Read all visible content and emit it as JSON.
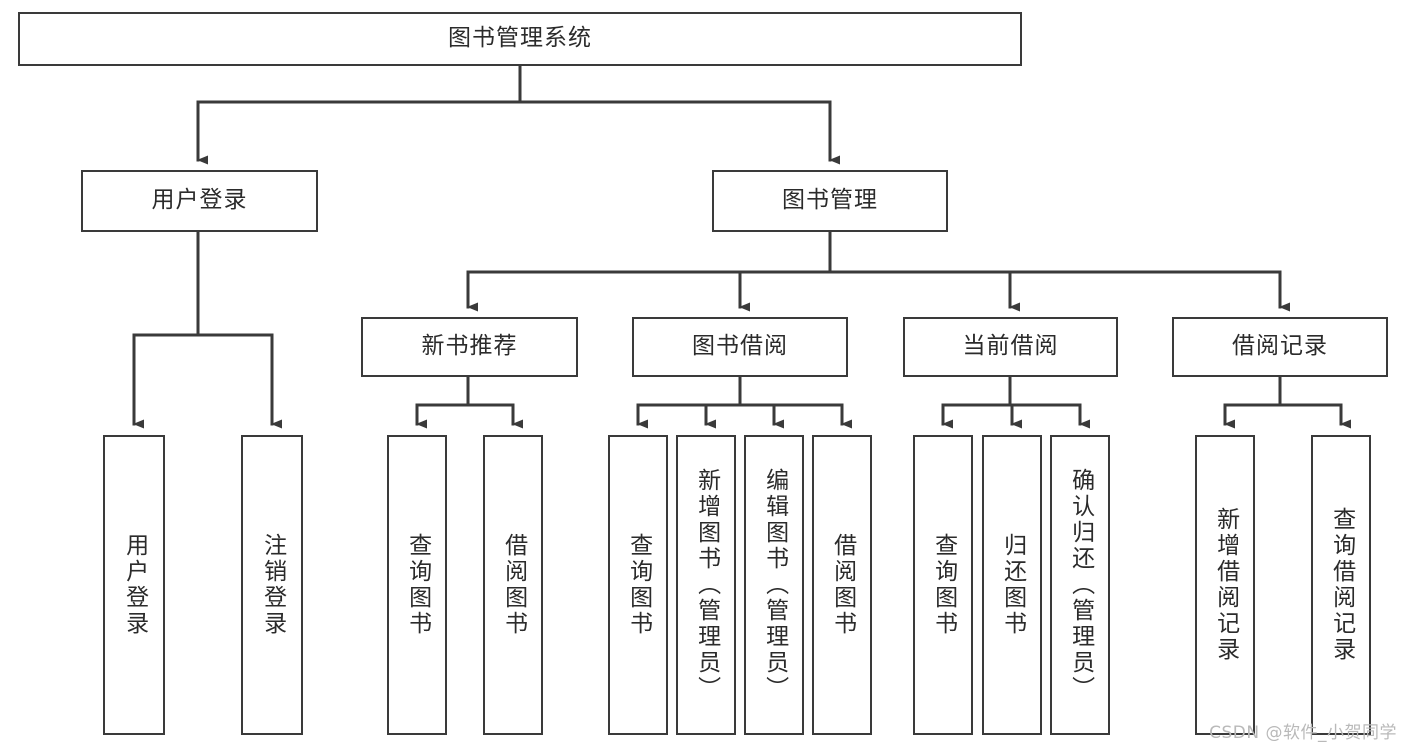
{
  "diagram": {
    "type": "tree-hierarchy",
    "title": "图书管理系统",
    "orientation": "top-down",
    "line_color": "#3a3a3a",
    "box_fill": "#ffffff",
    "text_color": "#2b2b2b",
    "root": {
      "label": "图书管理系统"
    },
    "level2": [
      {
        "label": "用户登录"
      },
      {
        "label": "图书管理"
      }
    ],
    "level3": [
      {
        "label": "新书推荐"
      },
      {
        "label": "图书借阅"
      },
      {
        "label": "当前借阅"
      },
      {
        "label": "借阅记录"
      }
    ],
    "leaves": {
      "user_login": [
        {
          "label": "用户登录"
        },
        {
          "label": "注销登录"
        }
      ],
      "new_book_recommend": [
        {
          "label": "查询图书"
        },
        {
          "label": "借阅图书"
        }
      ],
      "book_borrow": [
        {
          "label": "查询图书"
        },
        {
          "label": "新增图书（管理员）"
        },
        {
          "label": "编辑图书（管理员）"
        },
        {
          "label": "借阅图书"
        }
      ],
      "current_borrow": [
        {
          "label": "查询图书"
        },
        {
          "label": "归还图书"
        },
        {
          "label": "确认归还（管理员）"
        }
      ],
      "borrow_record": [
        {
          "label": "新增借阅记录"
        },
        {
          "label": "查询借阅记录"
        }
      ]
    },
    "watermark": "CSDN @软件_小贺同学"
  }
}
